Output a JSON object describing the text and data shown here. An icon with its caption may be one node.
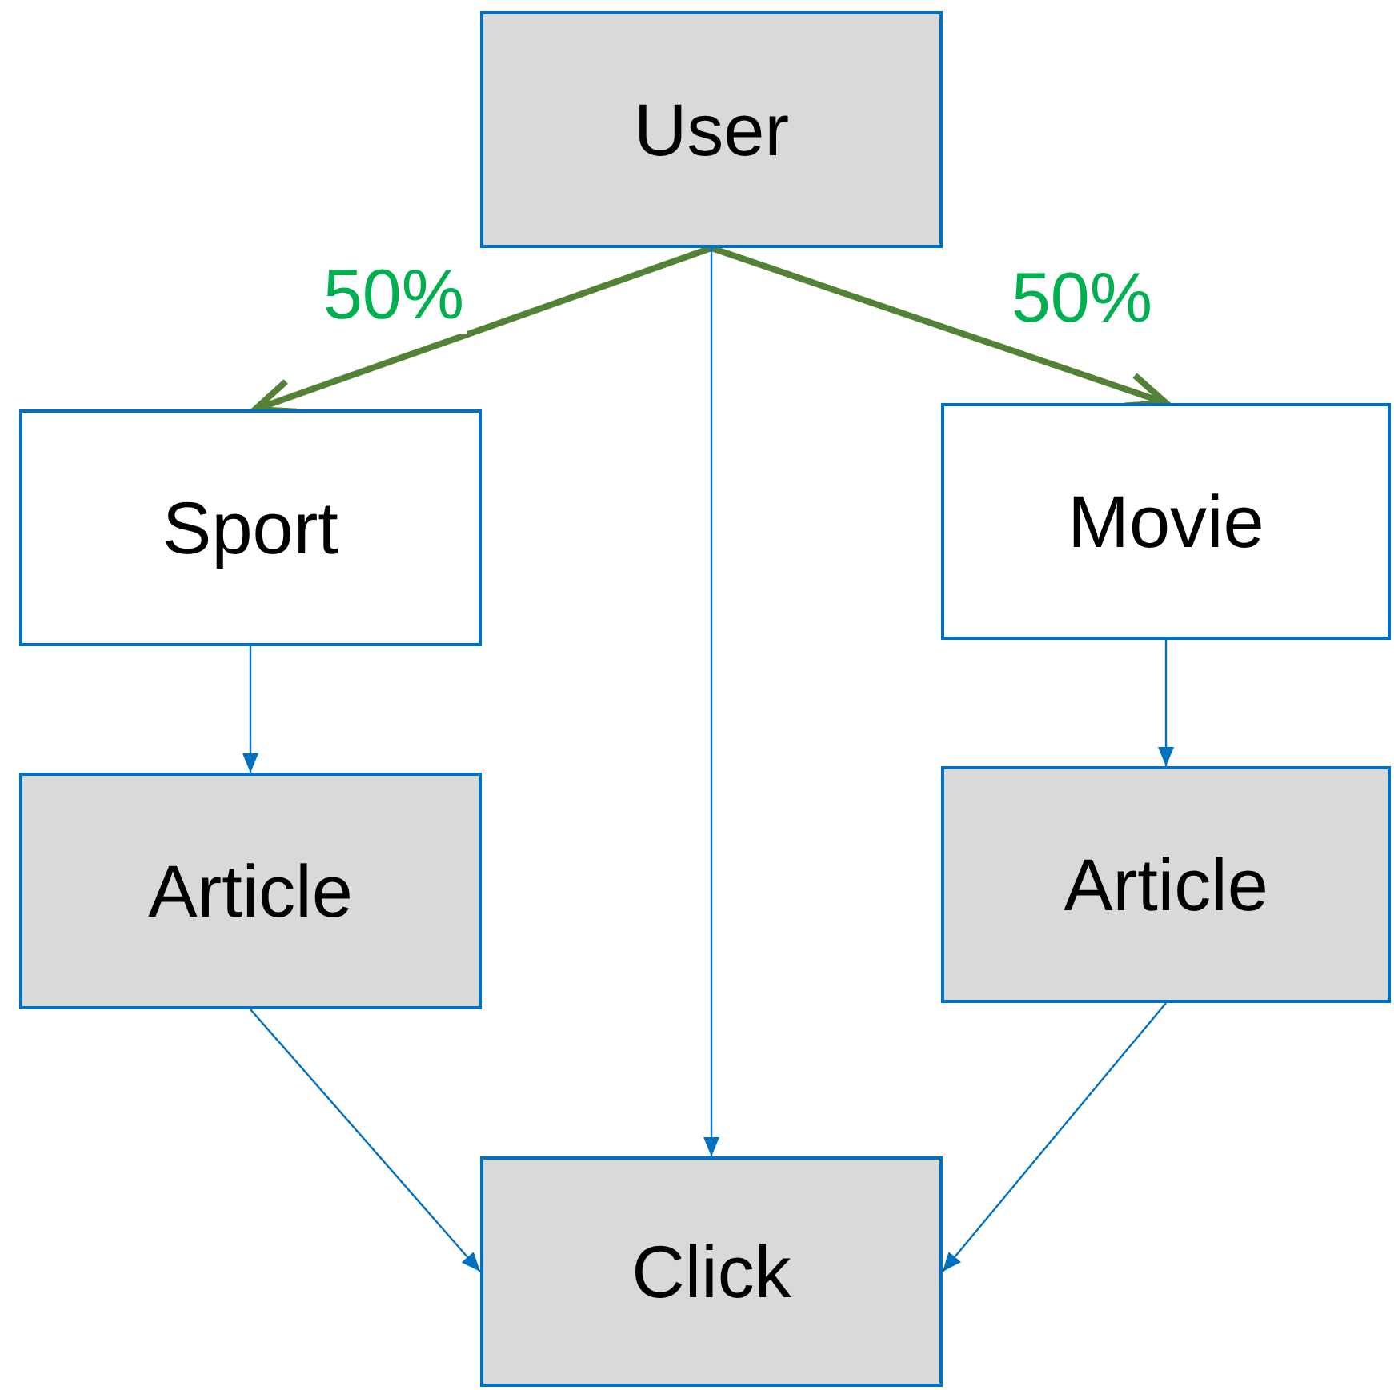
{
  "diagram": {
    "nodes": [
      {
        "text": [
          "User"
        ]
      },
      {
        "text": [
          "Sport"
        ]
      },
      {
        "text": [
          "Movie"
        ]
      },
      {
        "text": [
          "Article"
        ]
      },
      {
        "text": [
          "Article"
        ]
      },
      {
        "text": [
          "Click"
        ]
      }
    ],
    "edges": [
      {
        "from": 0,
        "to": 1,
        "arrow": "to",
        "label": "50%",
        "style": "thick",
        "color": "#538135"
      },
      {
        "from": 0,
        "to": 2,
        "arrow": "to",
        "label": "50%",
        "style": "thick",
        "color": "#538135"
      },
      {
        "from": 0,
        "to": 5,
        "arrow": "to"
      },
      {
        "from": 1,
        "to": 3,
        "arrow": "to"
      },
      {
        "from": 2,
        "to": 4,
        "arrow": "to"
      },
      {
        "from": 3,
        "to": 5,
        "arrow": "to"
      },
      {
        "from": 4,
        "to": 5,
        "arrow": "to"
      }
    ]
  }
}
